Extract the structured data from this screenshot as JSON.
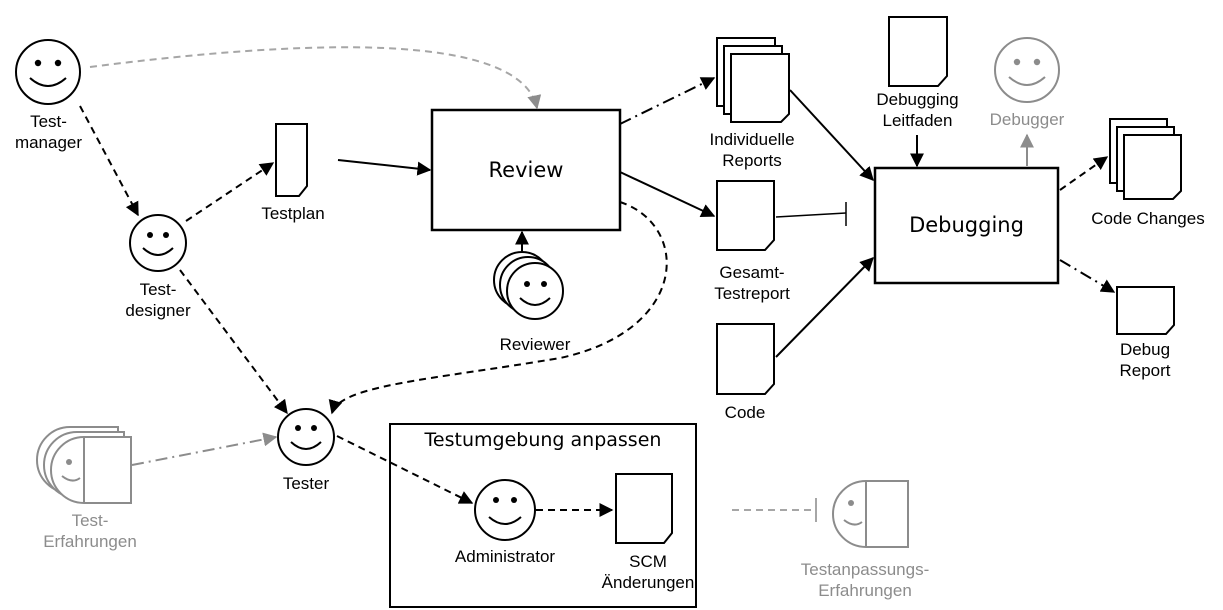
{
  "actors": {
    "testmanager": "Test-\nmanager",
    "testdesigner": "Test-\ndesigner",
    "tester": "Tester",
    "reviewer": "Reviewer",
    "administrator": "Administrator",
    "debugger": "Debugger"
  },
  "artifacts": {
    "testplan": "Testplan",
    "individuelle_reports": "Individuelle\nReports",
    "gesamt_testreport": "Gesamt-\nTestreport",
    "code": "Code",
    "debugging_leitfaden": "Debugging\nLeitfaden",
    "code_changes": "Code Changes",
    "debug_report": "Debug\nReport",
    "scm_aenderungen": "SCM\nÄnderungen"
  },
  "experiences": {
    "test_erfahrungen": "Test-\nErfahrungen",
    "testanpassungs_erfahrungen": "Testanpassungs-\nErfahrungen"
  },
  "processes": {
    "review": "Review",
    "debugging": "Debugging",
    "testumgebung": "Testumgebung anpassen"
  },
  "colors": {
    "ink": "#000000",
    "gray": "#8c8c8c"
  }
}
